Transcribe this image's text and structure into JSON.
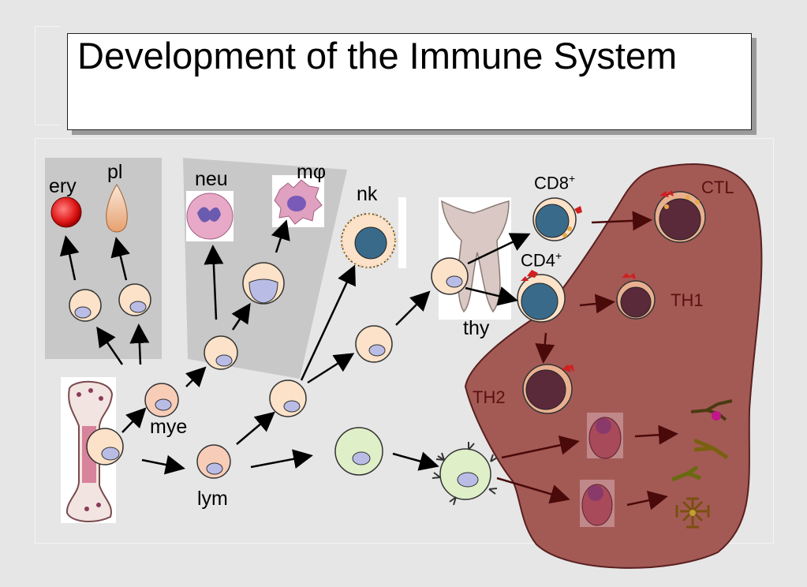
{
  "title": "Development of the Immune System",
  "labels": {
    "ery": "ery",
    "pl": "pl",
    "neu": "neu",
    "mphi": "mφ",
    "nk": "nk",
    "thy": "thy",
    "cd8": "CD8",
    "cd4": "CD4",
    "plus": "+",
    "ctl": "CTL",
    "th1": "TH1",
    "th2": "TH2",
    "mye": "mye",
    "lym": "lym"
  },
  "colors": {
    "background": "#e6e6e6",
    "cell_fill": "#fbe2c8",
    "nucleus": "#b9bde6",
    "periphery": "#a35a55",
    "arrow": "#000000",
    "arrow_dark": "#4a0a0a"
  }
}
